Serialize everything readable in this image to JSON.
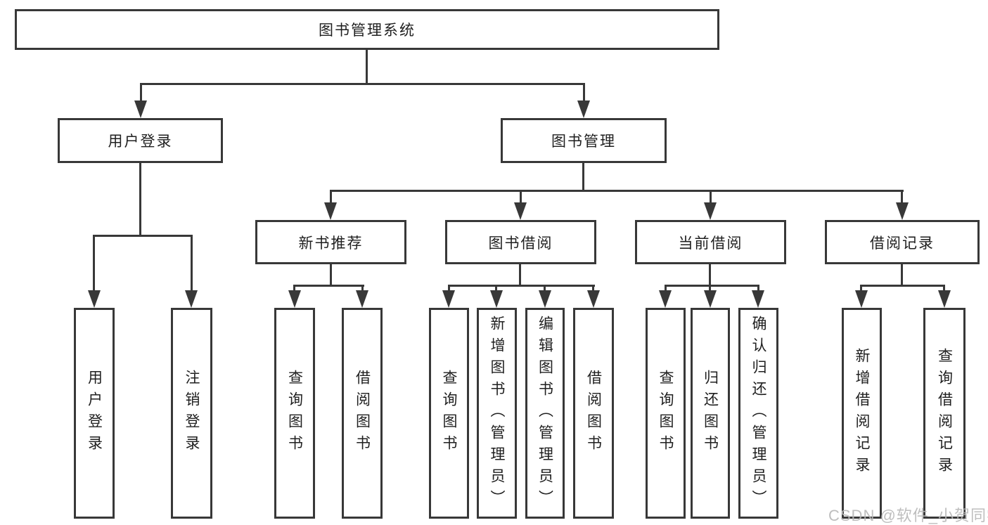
{
  "diagram_title": "图书管理系统",
  "tree": {
    "label": "图书管理系统",
    "children": [
      {
        "label": "用户登录",
        "children": [
          {
            "label": "用户登录"
          },
          {
            "label": "注销登录"
          }
        ]
      },
      {
        "label": "图书管理",
        "children": [
          {
            "label": "新书推荐",
            "children": [
              {
                "label": "查询图书"
              },
              {
                "label": "借阅图书"
              }
            ]
          },
          {
            "label": "图书借阅",
            "children": [
              {
                "label": "查询图书"
              },
              {
                "label": "新增图书（管理员）"
              },
              {
                "label": "编辑图书（管理员）"
              },
              {
                "label": "借阅图书"
              }
            ]
          },
          {
            "label": "当前借阅",
            "children": [
              {
                "label": "查询图书"
              },
              {
                "label": "归还图书"
              },
              {
                "label": "确认归还（管理员）"
              }
            ]
          },
          {
            "label": "借阅记录",
            "children": [
              {
                "label": "新增借阅记录"
              },
              {
                "label": "查询借阅记录"
              }
            ]
          }
        ]
      }
    ]
  },
  "watermark": {
    "text": "CSDN @软件_小贺同学",
    "color": "#b8b8b8"
  },
  "colors": {
    "line": "#383838",
    "box_border": "#383838",
    "box_fill": "#ffffff",
    "text": "#1f1f1f",
    "background": "#ffffff"
  }
}
